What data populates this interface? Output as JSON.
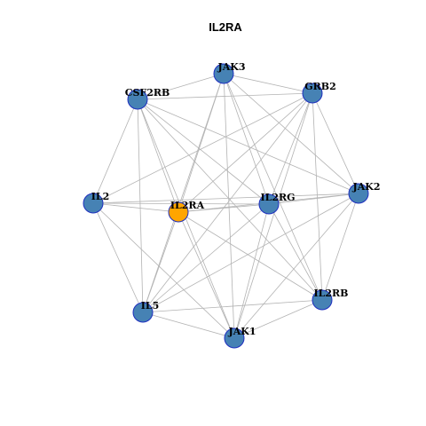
{
  "title": "IL2RA",
  "colors": {
    "node_default": "#4682b4",
    "node_highlight": "#ffa500",
    "node_border": "#1f2fbf",
    "edge": "#b3b3b3"
  },
  "nodes": [
    {
      "id": "JAK3",
      "label": "JAK3",
      "highlight": false
    },
    {
      "id": "GRB2",
      "label": "GRB2",
      "highlight": false
    },
    {
      "id": "CSF2RB",
      "label": "CSF2RB",
      "highlight": false
    },
    {
      "id": "JAK2",
      "label": "JAK2",
      "highlight": false
    },
    {
      "id": "IL2",
      "label": "IL2",
      "highlight": false
    },
    {
      "id": "IL2RA",
      "label": "IL2RA",
      "highlight": true
    },
    {
      "id": "IL2RG",
      "label": "IL2RG",
      "highlight": false
    },
    {
      "id": "IL2RB",
      "label": "IL2RB",
      "highlight": false
    },
    {
      "id": "IL5",
      "label": "IL5",
      "highlight": false
    },
    {
      "id": "JAK1",
      "label": "JAK1",
      "highlight": false
    }
  ],
  "edges": [
    [
      "CSF2RB",
      "JAK3"
    ],
    [
      "CSF2RB",
      "GRB2"
    ],
    [
      "CSF2RB",
      "JAK2"
    ],
    [
      "CSF2RB",
      "IL2RG"
    ],
    [
      "CSF2RB",
      "IL2RB"
    ],
    [
      "CSF2RB",
      "JAK1"
    ],
    [
      "CSF2RB",
      "IL5"
    ],
    [
      "CSF2RB",
      "IL2RA"
    ],
    [
      "CSF2RB",
      "IL2"
    ],
    [
      "JAK3",
      "GRB2"
    ],
    [
      "JAK3",
      "JAK2"
    ],
    [
      "JAK3",
      "IL2RG"
    ],
    [
      "JAK3",
      "IL2RB"
    ],
    [
      "JAK3",
      "JAK1"
    ],
    [
      "JAK3",
      "IL5"
    ],
    [
      "JAK3",
      "IL2RA"
    ],
    [
      "GRB2",
      "JAK2"
    ],
    [
      "GRB2",
      "IL2RG"
    ],
    [
      "GRB2",
      "IL2RB"
    ],
    [
      "GRB2",
      "IL2RA"
    ],
    [
      "GRB2",
      "IL5"
    ],
    [
      "GRB2",
      "IL2"
    ],
    [
      "GRB2",
      "JAK1"
    ],
    [
      "JAK2",
      "IL2RG"
    ],
    [
      "JAK2",
      "IL2RB"
    ],
    [
      "JAK2",
      "JAK1"
    ],
    [
      "JAK2",
      "IL5"
    ],
    [
      "JAK2",
      "IL2RA"
    ],
    [
      "JAK2",
      "IL2"
    ],
    [
      "IL2",
      "IL2RA"
    ],
    [
      "IL2",
      "IL2RG"
    ],
    [
      "IL2",
      "IL5"
    ],
    [
      "IL2",
      "JAK1"
    ],
    [
      "IL2RA",
      "IL2RG"
    ],
    [
      "IL2RA",
      "IL2RB"
    ],
    [
      "IL2RA",
      "JAK1"
    ],
    [
      "IL2RA",
      "IL5"
    ],
    [
      "IL2RG",
      "IL2RB"
    ],
    [
      "IL2RG",
      "JAK1"
    ],
    [
      "IL2RG",
      "IL5"
    ],
    [
      "IL2RB",
      "JAK1"
    ],
    [
      "IL2RB",
      "IL5"
    ],
    [
      "IL5",
      "JAK1"
    ]
  ]
}
